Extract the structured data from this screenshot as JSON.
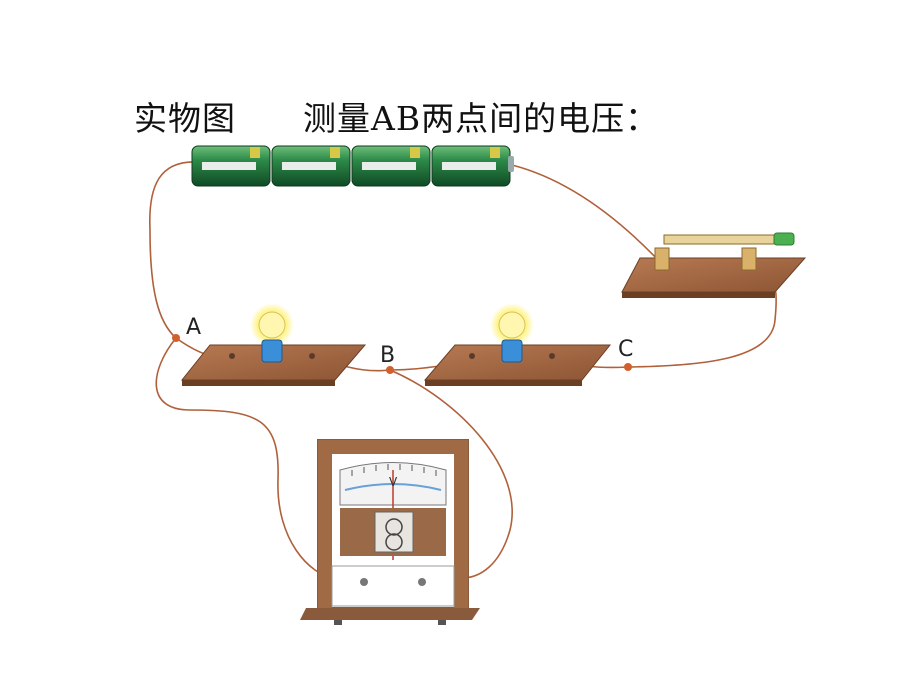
{
  "heading": {
    "diagram_label": "实物图",
    "task_label": "测量AB两点间的电压："
  },
  "points": {
    "a": "A",
    "b": "B",
    "c": "C"
  },
  "voltmeter": {
    "unit": "V"
  },
  "colors": {
    "wire": "#b0603a",
    "battery_green": "#1e6a3a",
    "board_wood": "#a66a45",
    "bulb_glow": "#fff27a",
    "voltmeter_frame": "#8a5a3c"
  }
}
